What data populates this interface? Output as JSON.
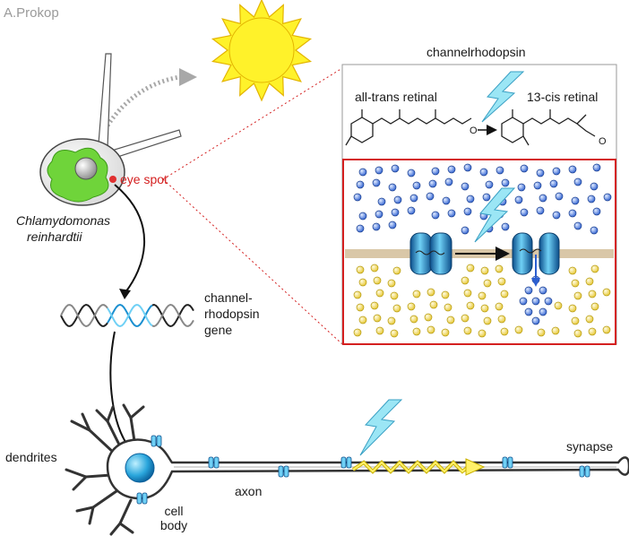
{
  "credit": "A.Prokop",
  "labels": {
    "channelrhodopsin_title": "channelrhodopsin",
    "all_trans": "all-trans retinal",
    "cis": "13-cis retinal",
    "eye_spot": "eye spot",
    "organism_line1": "Chlamydomonas",
    "organism_line2": "reinhardtii",
    "gene_line1": "channel-",
    "gene_line2": "rhodopsin",
    "gene_line3": "gene",
    "dendrites": "dendrites",
    "cell_line1": "cell",
    "cell_line2": "body",
    "axon": "axon",
    "synapse": "synapse",
    "molecule_end_atom": "O"
  },
  "colors": {
    "sun": "#fff22a",
    "sun_outline": "#e3b400",
    "chloroplast": "#6fd43a",
    "bolt": "#9be6f5",
    "channel": "#1a8fd0",
    "blue_ion": "#2c5fd0",
    "yellow_ion": "#f3d94a",
    "frame_red": "#d42020",
    "membrane": "#d9c7a8"
  }
}
